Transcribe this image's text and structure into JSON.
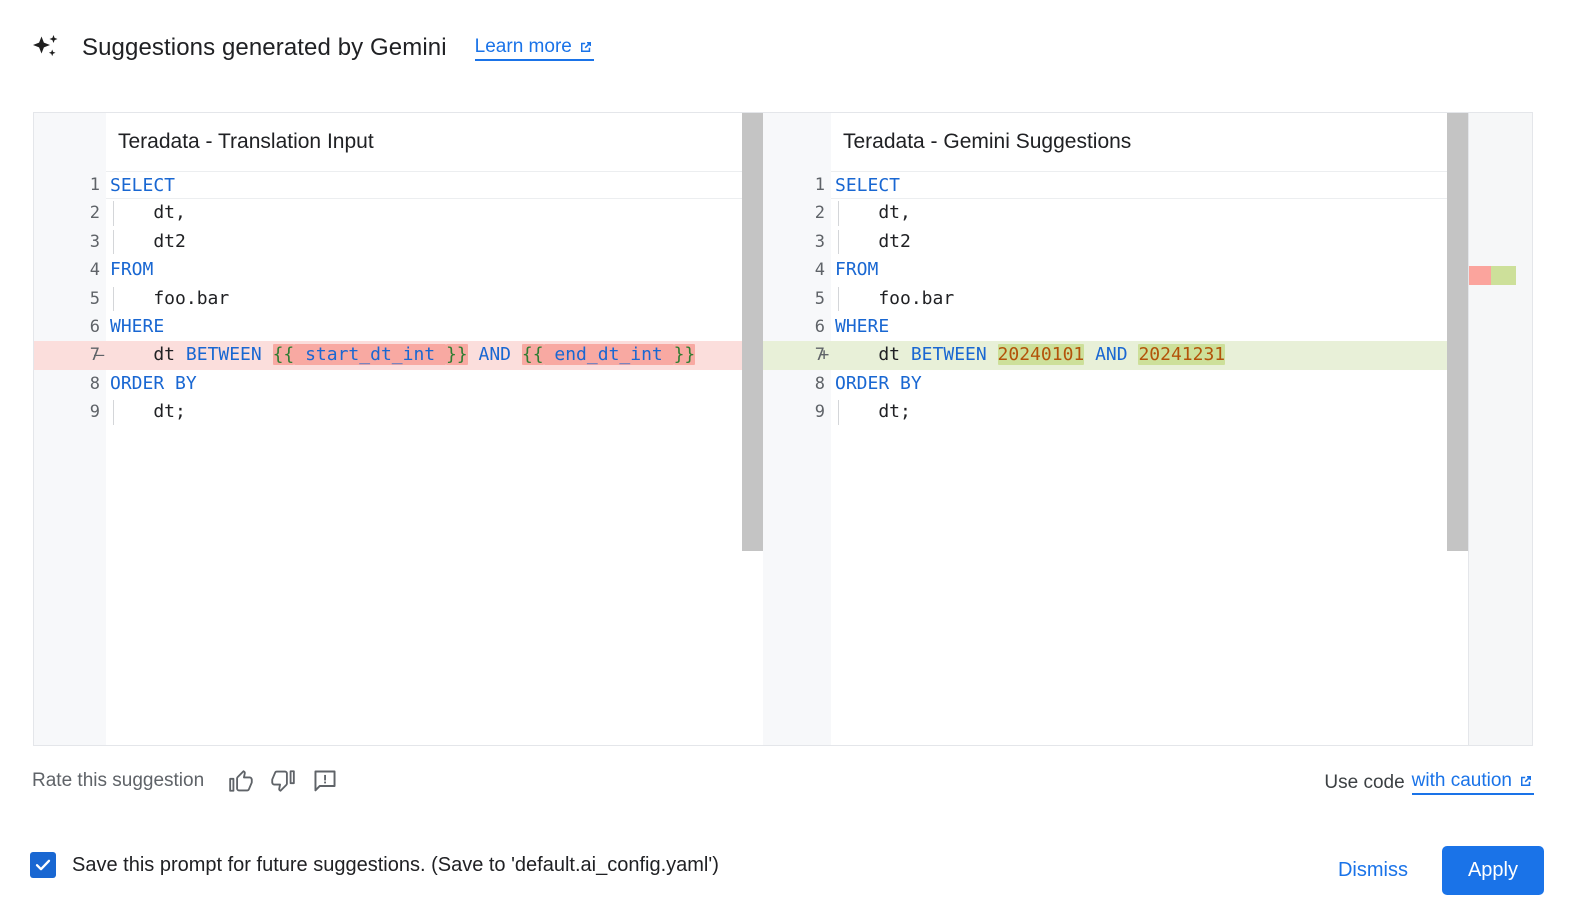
{
  "header": {
    "icon": "sparkle-icon",
    "title": "Suggestions generated by Gemini",
    "learn_more_label": "Learn more",
    "learn_more_icon": "external-link-icon"
  },
  "colors": {
    "accent_blue": "#1a73e8",
    "keyword_blue": "#1967d2",
    "number_orange": "#b35309",
    "template_green": "#2e7d32",
    "diff_removed_bg": "#fbdedc",
    "diff_removed_hl": "#f8a9a2",
    "diff_added_bg": "#e8f0d8",
    "diff_added_hl": "#cde09a",
    "scrollbar_gray": "#c4c4c4",
    "overview_red": "#fba49d",
    "overview_green": "#cde09a"
  },
  "diff": {
    "left_pane": {
      "title": "Teradata - Translation Input",
      "lines": [
        {
          "n": "1",
          "sign": "",
          "state": "active",
          "indent": false,
          "tokens": [
            {
              "t": "SELECT",
              "c": "kw"
            }
          ]
        },
        {
          "n": "2",
          "sign": "",
          "state": "normal",
          "indent": true,
          "tokens": [
            {
              "t": "    dt,",
              "c": "plain"
            }
          ]
        },
        {
          "n": "3",
          "sign": "",
          "state": "normal",
          "indent": true,
          "tokens": [
            {
              "t": "    dt2",
              "c": "plain"
            }
          ]
        },
        {
          "n": "4",
          "sign": "",
          "state": "normal",
          "indent": false,
          "tokens": [
            {
              "t": "FROM",
              "c": "kw"
            }
          ]
        },
        {
          "n": "5",
          "sign": "",
          "state": "normal",
          "indent": true,
          "tokens": [
            {
              "t": "    foo.bar",
              "c": "plain"
            }
          ]
        },
        {
          "n": "6",
          "sign": "",
          "state": "normal",
          "indent": false,
          "tokens": [
            {
              "t": "WHERE",
              "c": "kw"
            }
          ]
        },
        {
          "n": "7",
          "sign": "—",
          "state": "removed",
          "indent": false,
          "tokens": [
            {
              "t": "    dt ",
              "c": "plain"
            },
            {
              "t": "BETWEEN ",
              "c": "kw"
            },
            {
              "t": "{{",
              "c": "tmpl-brace",
              "hl": "red"
            },
            {
              "t": " start_dt_int ",
              "c": "tmpl-name",
              "hl": "red"
            },
            {
              "t": "}}",
              "c": "tmpl-brace",
              "hl": "red"
            },
            {
              "t": " ",
              "c": "plain"
            },
            {
              "t": "AND",
              "c": "kw"
            },
            {
              "t": " ",
              "c": "plain"
            },
            {
              "t": "{{",
              "c": "tmpl-brace",
              "hl": "red"
            },
            {
              "t": " end_dt_int ",
              "c": "tmpl-name",
              "hl": "red"
            },
            {
              "t": "}}",
              "c": "tmpl-brace",
              "hl": "red"
            }
          ]
        },
        {
          "n": "8",
          "sign": "",
          "state": "normal",
          "indent": false,
          "tokens": [
            {
              "t": "ORDER BY",
              "c": "kw"
            }
          ]
        },
        {
          "n": "9",
          "sign": "",
          "state": "normal",
          "indent": true,
          "tokens": [
            {
              "t": "    dt;",
              "c": "plain"
            }
          ]
        }
      ]
    },
    "right_pane": {
      "title": "Teradata - Gemini Suggestions",
      "lines": [
        {
          "n": "1",
          "sign": "",
          "state": "active",
          "indent": false,
          "tokens": [
            {
              "t": "SELECT",
              "c": "kw"
            }
          ]
        },
        {
          "n": "2",
          "sign": "",
          "state": "normal",
          "indent": true,
          "tokens": [
            {
              "t": "    dt,",
              "c": "plain"
            }
          ]
        },
        {
          "n": "3",
          "sign": "",
          "state": "normal",
          "indent": true,
          "tokens": [
            {
              "t": "    dt2",
              "c": "plain"
            }
          ]
        },
        {
          "n": "4",
          "sign": "",
          "state": "normal",
          "indent": false,
          "tokens": [
            {
              "t": "FROM",
              "c": "kw"
            }
          ]
        },
        {
          "n": "5",
          "sign": "",
          "state": "normal",
          "indent": true,
          "tokens": [
            {
              "t": "    foo.bar",
              "c": "plain"
            }
          ]
        },
        {
          "n": "6",
          "sign": "",
          "state": "normal",
          "indent": false,
          "tokens": [
            {
              "t": "WHERE",
              "c": "kw"
            }
          ]
        },
        {
          "n": "7",
          "sign": "+",
          "state": "added",
          "indent": false,
          "tokens": [
            {
              "t": "    dt ",
              "c": "plain"
            },
            {
              "t": "BETWEEN ",
              "c": "kw"
            },
            {
              "t": "20240101",
              "c": "num",
              "hl": "green"
            },
            {
              "t": " ",
              "c": "plain"
            },
            {
              "t": "AND",
              "c": "kw"
            },
            {
              "t": " ",
              "c": "plain"
            },
            {
              "t": "20241231",
              "c": "num",
              "hl": "green"
            }
          ]
        },
        {
          "n": "8",
          "sign": "",
          "state": "normal",
          "indent": false,
          "tokens": [
            {
              "t": "ORDER BY",
              "c": "kw"
            }
          ]
        },
        {
          "n": "9",
          "sign": "",
          "state": "normal",
          "indent": true,
          "tokens": [
            {
              "t": "    dt;",
              "c": "plain"
            }
          ]
        }
      ]
    }
  },
  "rate": {
    "label": "Rate this suggestion",
    "thumb_up_icon": "thumb-up-icon",
    "thumb_down_icon": "thumb-down-icon",
    "report_icon": "report-feedback-icon"
  },
  "use_code": {
    "prefix": "Use code",
    "link_label": "with caution",
    "link_icon": "external-link-icon"
  },
  "footer": {
    "checkbox_checked": true,
    "save_label": "Save this prompt for future suggestions. (Save to 'default.ai_config.yaml')",
    "dismiss_label": "Dismiss",
    "apply_label": "Apply"
  }
}
